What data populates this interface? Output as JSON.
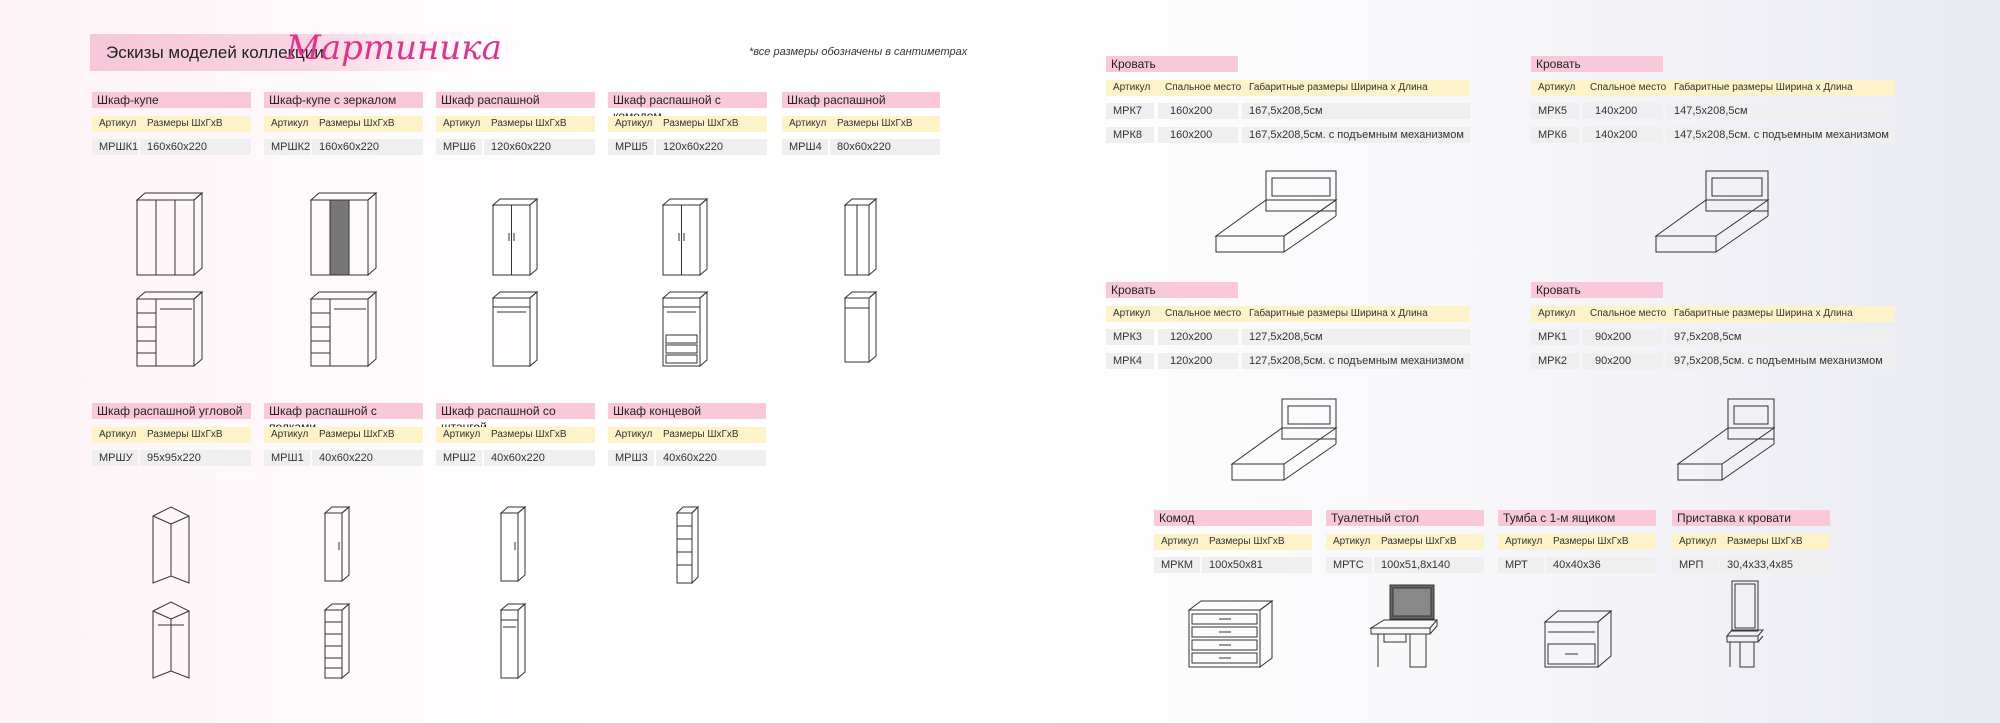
{
  "header": {
    "title": "Эскизы моделей коллекции",
    "script_title": "Мартиника",
    "note": "*все размеры обозначены в сантиметрах"
  },
  "labels": {
    "article": "Артикул",
    "sizes": "Размеры ШхГхВ",
    "sleep": "Спальное место",
    "dims": "Габаритные размеры Ширина х Длина"
  },
  "wardrobes_top": [
    {
      "title": "Шкаф-купе",
      "code": "МРШК1",
      "size": "160х60х220"
    },
    {
      "title": "Шкаф-купе с зеркалом",
      "code": "МРШК2",
      "size": "160х60х220"
    },
    {
      "title": "Шкаф распашной",
      "code": "МРШ6",
      "size": "120х60х220"
    },
    {
      "title": "Шкаф распашной с комодом",
      "code": "МРШ5",
      "size": "120х60х220"
    },
    {
      "title": "Шкаф распашной",
      "code": "МРШ4",
      "size": "80х60х220"
    }
  ],
  "wardrobes_bottom": [
    {
      "title": "Шкаф распашной угловой",
      "code": "МРШУ",
      "size": "95х95х220"
    },
    {
      "title": "Шкаф распашной с полками",
      "code": "МРШ1",
      "size": "40х60х220"
    },
    {
      "title": "Шкаф распашной со штангой",
      "code": "МРШ2",
      "size": "40х60х220"
    },
    {
      "title": "Шкаф концевой",
      "code": "МРШ3",
      "size": "40х60х220"
    }
  ],
  "beds": [
    {
      "title": "Кровать",
      "rows": [
        {
          "code": "МРК7",
          "sleep": "160х200",
          "dims": "167,5х208,5см"
        },
        {
          "code": "МРК8",
          "sleep": "160х200",
          "dims": "167,5х208,5см. с подъемным механизмом"
        }
      ]
    },
    {
      "title": "Кровать",
      "rows": [
        {
          "code": "МРК5",
          "sleep": "140х200",
          "dims": "147,5х208,5см"
        },
        {
          "code": "МРК6",
          "sleep": "140х200",
          "dims": "147,5х208,5см. с подъемным механизмом"
        }
      ]
    },
    {
      "title": "Кровать",
      "rows": [
        {
          "code": "МРК3",
          "sleep": "120х200",
          "dims": "127,5х208,5см"
        },
        {
          "code": "МРК4",
          "sleep": "120х200",
          "dims": "127,5х208,5см. с подъемным механизмом"
        }
      ]
    },
    {
      "title": "Кровать",
      "rows": [
        {
          "code": "МРК1",
          "sleep": "90х200",
          "dims": "97,5х208,5см"
        },
        {
          "code": "МРК2",
          "sleep": "90х200",
          "dims": "97,5х208,5см. с подъемным механизмом"
        }
      ]
    }
  ],
  "small": [
    {
      "title": "Комод",
      "code": "МРКМ",
      "size": "100х50х81"
    },
    {
      "title": "Туалетный стол",
      "code": "МРТС",
      "size": "100х51,8х140"
    },
    {
      "title": "Тумба с 1-м ящиком",
      "code": "МРТ",
      "size": "40х40х36"
    },
    {
      "title": "Приставка к кровати",
      "code": "МРП",
      "size": "30,4х33,4х85"
    }
  ]
}
